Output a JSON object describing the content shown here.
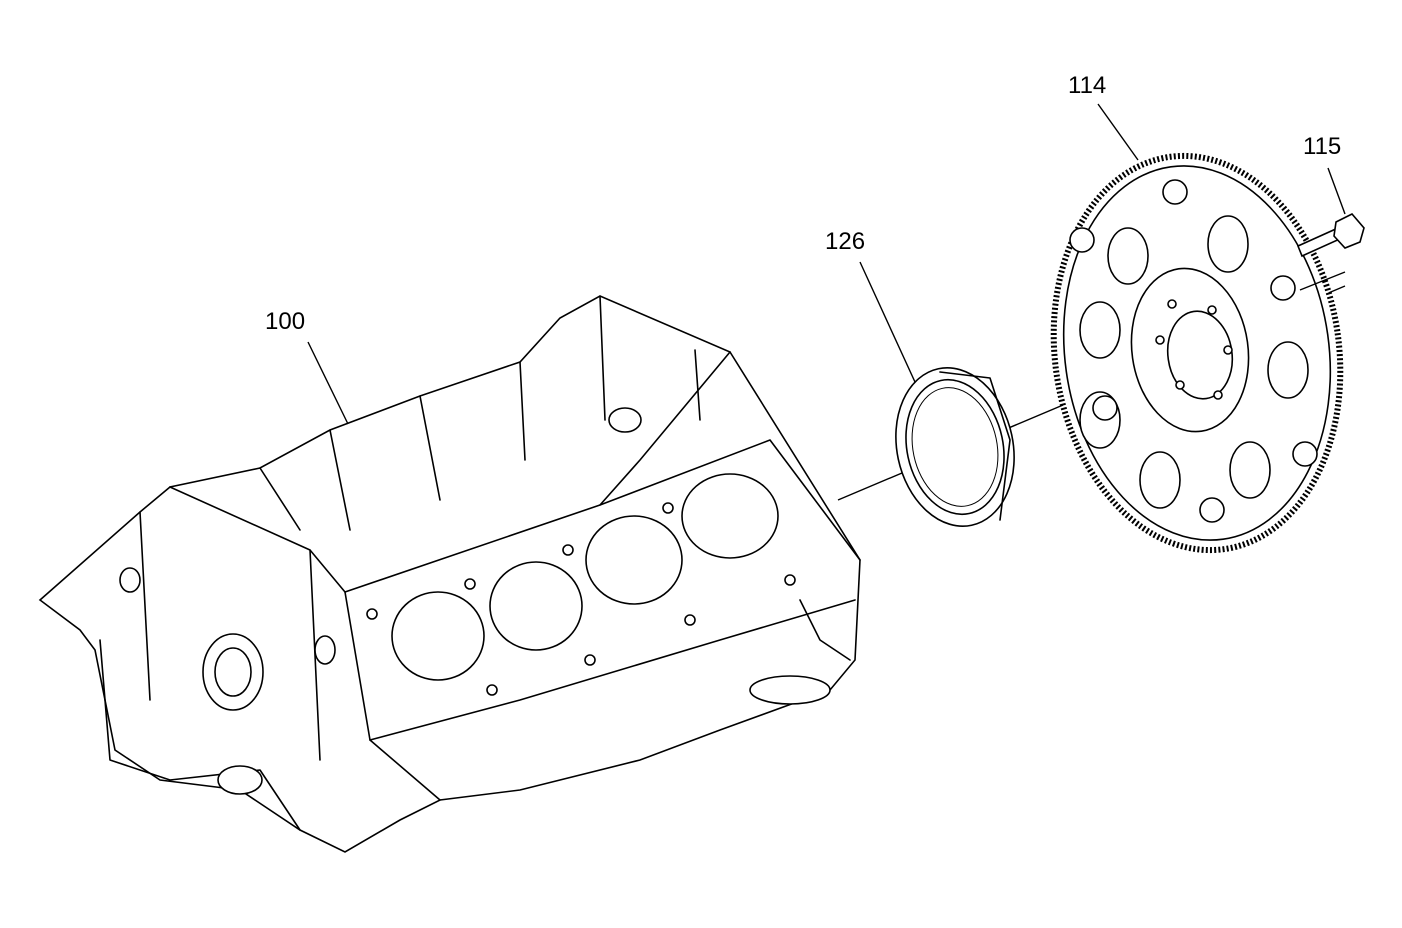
{
  "diagram": {
    "callouts": [
      {
        "id": "100",
        "label": "100",
        "part_icon": "engine-block-icon"
      },
      {
        "id": "126",
        "label": "126",
        "part_icon": "rear-crankshaft-seal-icon"
      },
      {
        "id": "114",
        "label": "114",
        "part_icon": "flywheel-icon"
      },
      {
        "id": "115",
        "label": "115",
        "part_icon": "flywheel-bolt-icon"
      }
    ]
  }
}
